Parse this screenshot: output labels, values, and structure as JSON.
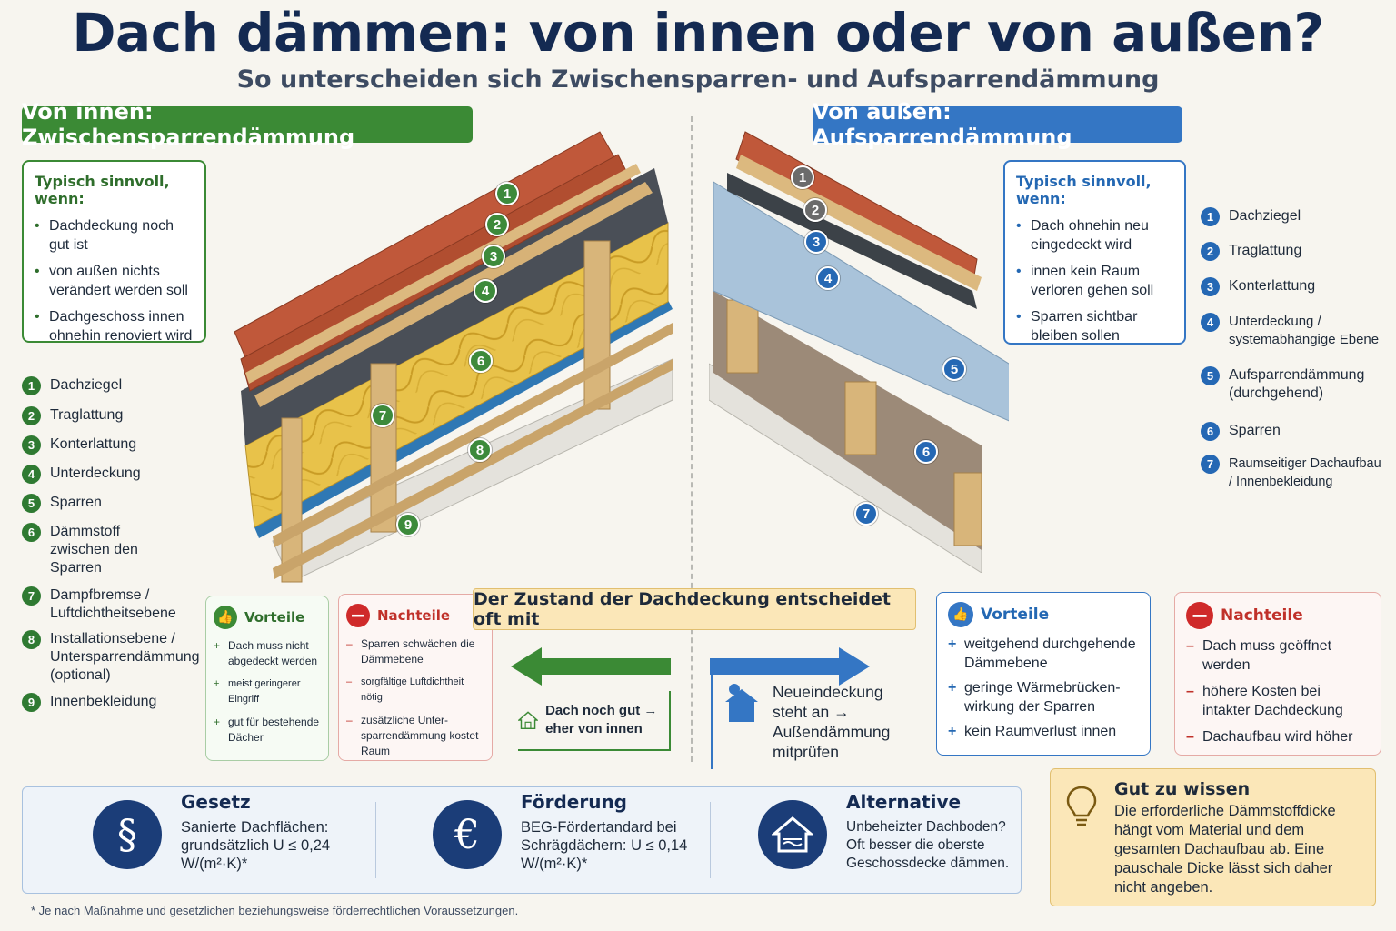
{
  "title": "Dach dämmen: von innen oder von außen?",
  "subtitle": "So unterscheiden sich Zwischensparren- und Aufsparrendämmung",
  "colors": {
    "green": "#3b8a35",
    "blue": "#3476c4",
    "navy": "#142a52",
    "red": "#cf2a2a",
    "yellow_box": "#fbe7b8"
  },
  "left": {
    "banner": "Von innen: Zwischensparrendämmung",
    "when_title": "Typisch sinnvoll, wenn:",
    "when_items": [
      "Dachdeckung noch gut ist",
      "von außen nichts verändert werden soll",
      "Dachgeschoss innen ohnehin renoviert wird"
    ],
    "legend": [
      {
        "n": "1",
        "label": "Dachziegel"
      },
      {
        "n": "2",
        "label": "Traglattung"
      },
      {
        "n": "3",
        "label": "Konterlattung"
      },
      {
        "n": "4",
        "label": "Unterdeckung"
      },
      {
        "n": "5",
        "label": "Sparren"
      },
      {
        "n": "6",
        "label": "Dämmstoff zwischen den Sparren"
      },
      {
        "n": "7",
        "label": "Dampfbremse / Luftdichtheitsebene"
      },
      {
        "n": "8",
        "label": "Installationsebene / Untersparrendämmung (optional)"
      },
      {
        "n": "9",
        "label": "Innenbekleidung"
      }
    ],
    "markers": [
      "1",
      "2",
      "3",
      "4",
      "6",
      "7",
      "8",
      "9"
    ],
    "pros_title": "Vorteile",
    "pros": [
      "Dach muss nicht abgedeckt werden",
      "meist geringerer Eingriff",
      "gut für bestehende Dächer"
    ],
    "cons_title": "Nachteile",
    "cons": [
      "Sparren schwächen die Dämmebene",
      "sorgfältige Luftdichtheit nötig",
      "zusätzliche Unter-sparrendämmung kostet Raum"
    ]
  },
  "right": {
    "banner": "Von außen: Aufsparrendämmung",
    "when_title": "Typisch sinnvoll, wenn:",
    "when_items": [
      "Dach ohnehin neu eingedeckt wird",
      "innen kein Raum verloren gehen soll",
      "Sparren sichtbar bleiben sollen"
    ],
    "legend": [
      {
        "n": "1",
        "label": "Dachziegel"
      },
      {
        "n": "2",
        "label": "Traglattung"
      },
      {
        "n": "3",
        "label": "Konterlattung"
      },
      {
        "n": "4",
        "label": "Unterdeckung / systemabhängige Ebene"
      },
      {
        "n": "5",
        "label": "Aufsparrendämmung (durchgehend)"
      },
      {
        "n": "6",
        "label": "Sparren"
      },
      {
        "n": "7",
        "label": "Raumseitiger Dachaufbau / Innenbekleidung"
      }
    ],
    "markers": [
      "1",
      "2",
      "3",
      "4",
      "5",
      "6",
      "7"
    ],
    "pros_title": "Vorteile",
    "pros": [
      "weitgehend durchgehende Dämmebene",
      "geringe Wärmebrücken-wirkung der Sparren",
      "kein Raumverlust innen"
    ],
    "cons_title": "Nachteile",
    "cons": [
      "Dach muss geöffnet werden",
      "höhere Kosten bei intakter Dachdeckung",
      "Dachaufbau wird höher"
    ]
  },
  "center": {
    "condition_banner": "Der Zustand der Dachdeckung entscheidet oft mit",
    "left_hint": "Dach noch gut → eher von innen",
    "right_hint": "Neueindeckung steht an → Außendämmung mitprüfen"
  },
  "bottom": {
    "law_title": "Gesetz",
    "law_text": "Sanierte Dachflächen: grundsätzlich U ≤ 0,24 W/(m²·K)*",
    "law_icon": "§",
    "funding_title": "Förderung",
    "funding_text": "BEG-Fördertandard bei Schrägdächern: U ≤ 0,14 W/(m²·K)*",
    "funding_icon": "€",
    "alt_title": "Alternative",
    "alt_text": "Unbeheizter Dachboden? Oft besser die oberste Geschossdecke dämmen.",
    "tip_title": "Gut zu wissen",
    "tip_text": "Die erforderliche Dämmstoffdicke hängt vom Material und dem gesamten Dachaufbau ab. Eine pauschale Dicke lässt sich daher nicht angeben."
  },
  "footnote": "* Je nach Maßnahme und gesetzlichen beziehungsweise förderrechtlichen Voraussetzungen."
}
